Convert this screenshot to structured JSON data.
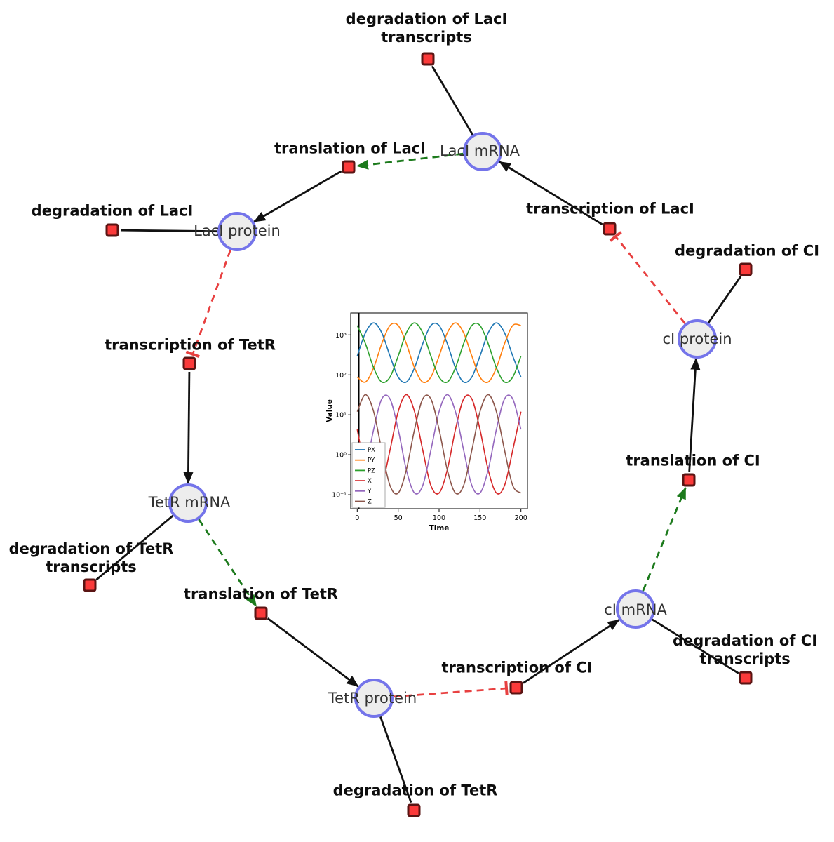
{
  "diagram": {
    "species": [
      {
        "id": "laci-mrna",
        "label": "LacI mRNA"
      },
      {
        "id": "laci-protein",
        "label": "LacI protein"
      },
      {
        "id": "tetr-mrna",
        "label": "TetR mRNA"
      },
      {
        "id": "tetr-protein",
        "label": "TetR protein"
      },
      {
        "id": "ci-mrna",
        "label": "cI mRNA"
      },
      {
        "id": "ci-protein",
        "label": "cI protein"
      }
    ],
    "reactions": [
      {
        "id": "deg-laci-transcripts",
        "label": "degradation of LacI transcripts"
      },
      {
        "id": "translation-laci",
        "label": "translation of LacI"
      },
      {
        "id": "transcription-laci",
        "label": "transcription of LacI"
      },
      {
        "id": "deg-laci",
        "label": "degradation of LacI"
      },
      {
        "id": "deg-ci",
        "label": "degradation of CI"
      },
      {
        "id": "transcription-tetr",
        "label": "transcription of TetR"
      },
      {
        "id": "translation-ci",
        "label": "translation of CI"
      },
      {
        "id": "deg-tetr-transcripts",
        "label": "degradation of TetR transcripts"
      },
      {
        "id": "translation-tetr",
        "label": "translation of TetR"
      },
      {
        "id": "transcription-ci",
        "label": "transcription of CI"
      },
      {
        "id": "deg-ci-transcripts",
        "label": "degradation of CI transcripts"
      },
      {
        "id": "deg-tetr",
        "label": "degradation of TetR"
      }
    ],
    "colors": {
      "species_fill": "#ededed",
      "species_border": "#7474ea",
      "reaction_fill": "#fb3a3a",
      "reaction_border": "#5a1413",
      "edge": "#111111",
      "modifier_arrow": "#1c7a1c",
      "inhibition_arrow": "#e84040"
    }
  },
  "chart_data": {
    "type": "line",
    "title": "",
    "xlabel": "Time",
    "ylabel": "Value",
    "y_scale": "log",
    "xlim": [
      -8,
      208
    ],
    "ylim_log": [
      -1.35,
      3.55
    ],
    "x_ticks": [
      0,
      50,
      100,
      150,
      200
    ],
    "y_tick_labels": [
      "10⁻¹",
      "10⁰",
      "10¹",
      "10²",
      "10³"
    ],
    "legend_position": "lower left",
    "grid": false,
    "x": [
      0,
      10,
      20,
      30,
      40,
      50,
      60,
      70,
      80,
      90,
      100,
      110,
      120,
      130,
      140,
      150,
      160,
      170,
      180,
      190,
      200
    ],
    "series": [
      {
        "name": "PX",
        "color": "#1f77b4",
        "values": [
          296,
          1127,
          1995,
          1127,
          296,
          88,
          66,
          150,
          605,
          1722,
          1722,
          605,
          150,
          66,
          88,
          296,
          1127,
          1995,
          1127,
          296,
          88
        ]
      },
      {
        "name": "PY",
        "color": "#ff7f0e",
        "values": [
          88,
          66,
          150,
          605,
          1722,
          1722,
          605,
          150,
          66,
          88,
          296,
          1127,
          1995,
          1127,
          296,
          88,
          66,
          150,
          605,
          1722,
          1722
        ]
      },
      {
        "name": "PZ",
        "color": "#2ca02c",
        "values": [
          1722,
          605,
          150,
          66,
          88,
          296,
          1127,
          1995,
          1127,
          296,
          88,
          66,
          150,
          605,
          1722,
          1722,
          605,
          150,
          66,
          88,
          296
        ]
      },
      {
        "name": "X",
        "color": "#d62728",
        "values": [
          4.3,
          0.42,
          0.11,
          0.17,
          1.3,
          12,
          32,
          12,
          1.3,
          0.17,
          0.11,
          0.42,
          4.3,
          25,
          25,
          4.3,
          0.42,
          0.11,
          0.17,
          1.3,
          12
        ]
      },
      {
        "name": "Y",
        "color": "#9467bd",
        "values": [
          0.11,
          0.42,
          4.3,
          25,
          25,
          4.3,
          0.42,
          0.11,
          0.17,
          1.3,
          12,
          32,
          12,
          1.3,
          0.17,
          0.11,
          0.42,
          4.3,
          25,
          25,
          4.3
        ]
      },
      {
        "name": "Z",
        "color": "#8c564b",
        "values": [
          12,
          32,
          12,
          1.3,
          0.17,
          0.11,
          0.42,
          4.3,
          25,
          25,
          4.3,
          0.42,
          0.11,
          0.17,
          1.3,
          12,
          32,
          12,
          1.3,
          0.17,
          0.11
        ]
      }
    ],
    "annotations": [
      {
        "type": "vline",
        "x": 2,
        "color": "#000000"
      }
    ]
  }
}
